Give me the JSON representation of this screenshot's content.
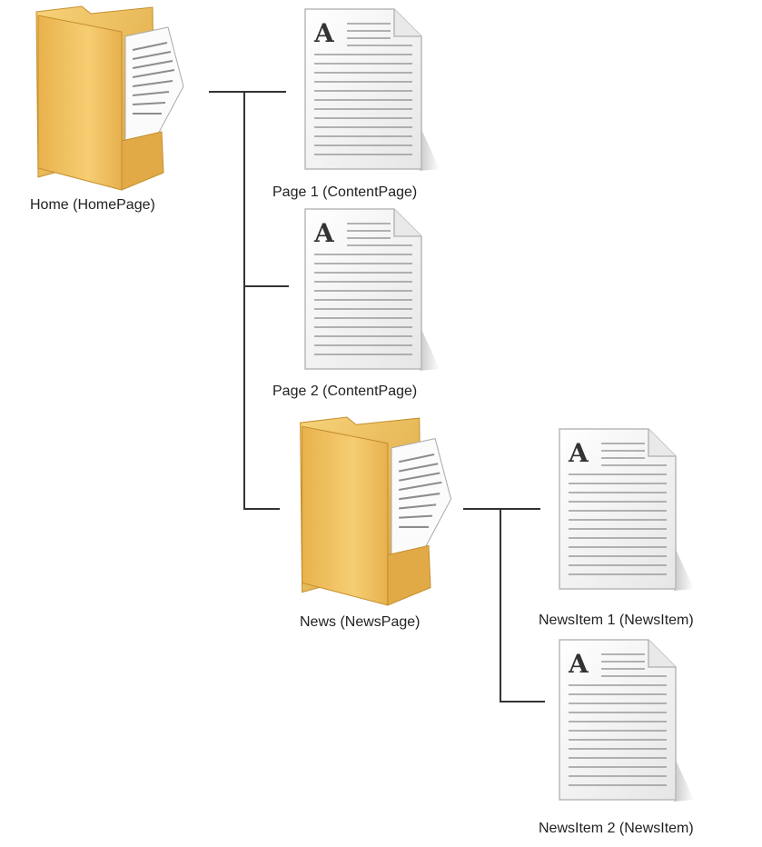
{
  "nodes": {
    "home": {
      "label": "Home (HomePage)",
      "icon": "folder-icon"
    },
    "page1": {
      "label": "Page 1 (ContentPage)",
      "icon": "document-icon"
    },
    "page2": {
      "label": "Page 2 (ContentPage)",
      "icon": "document-icon"
    },
    "news": {
      "label": "News (NewsPage)",
      "icon": "folder-icon"
    },
    "newsitem1": {
      "label": "NewsItem 1 (NewsItem)",
      "icon": "document-icon"
    },
    "newsitem2": {
      "label": "NewsItem 2 (NewsItem)",
      "icon": "document-icon"
    }
  },
  "colors": {
    "connector": "#333333",
    "folder": "#f2c45e",
    "folder_dark": "#d9a23a",
    "document": "#f4f4f4",
    "document_lines": "#9a9a9a"
  }
}
